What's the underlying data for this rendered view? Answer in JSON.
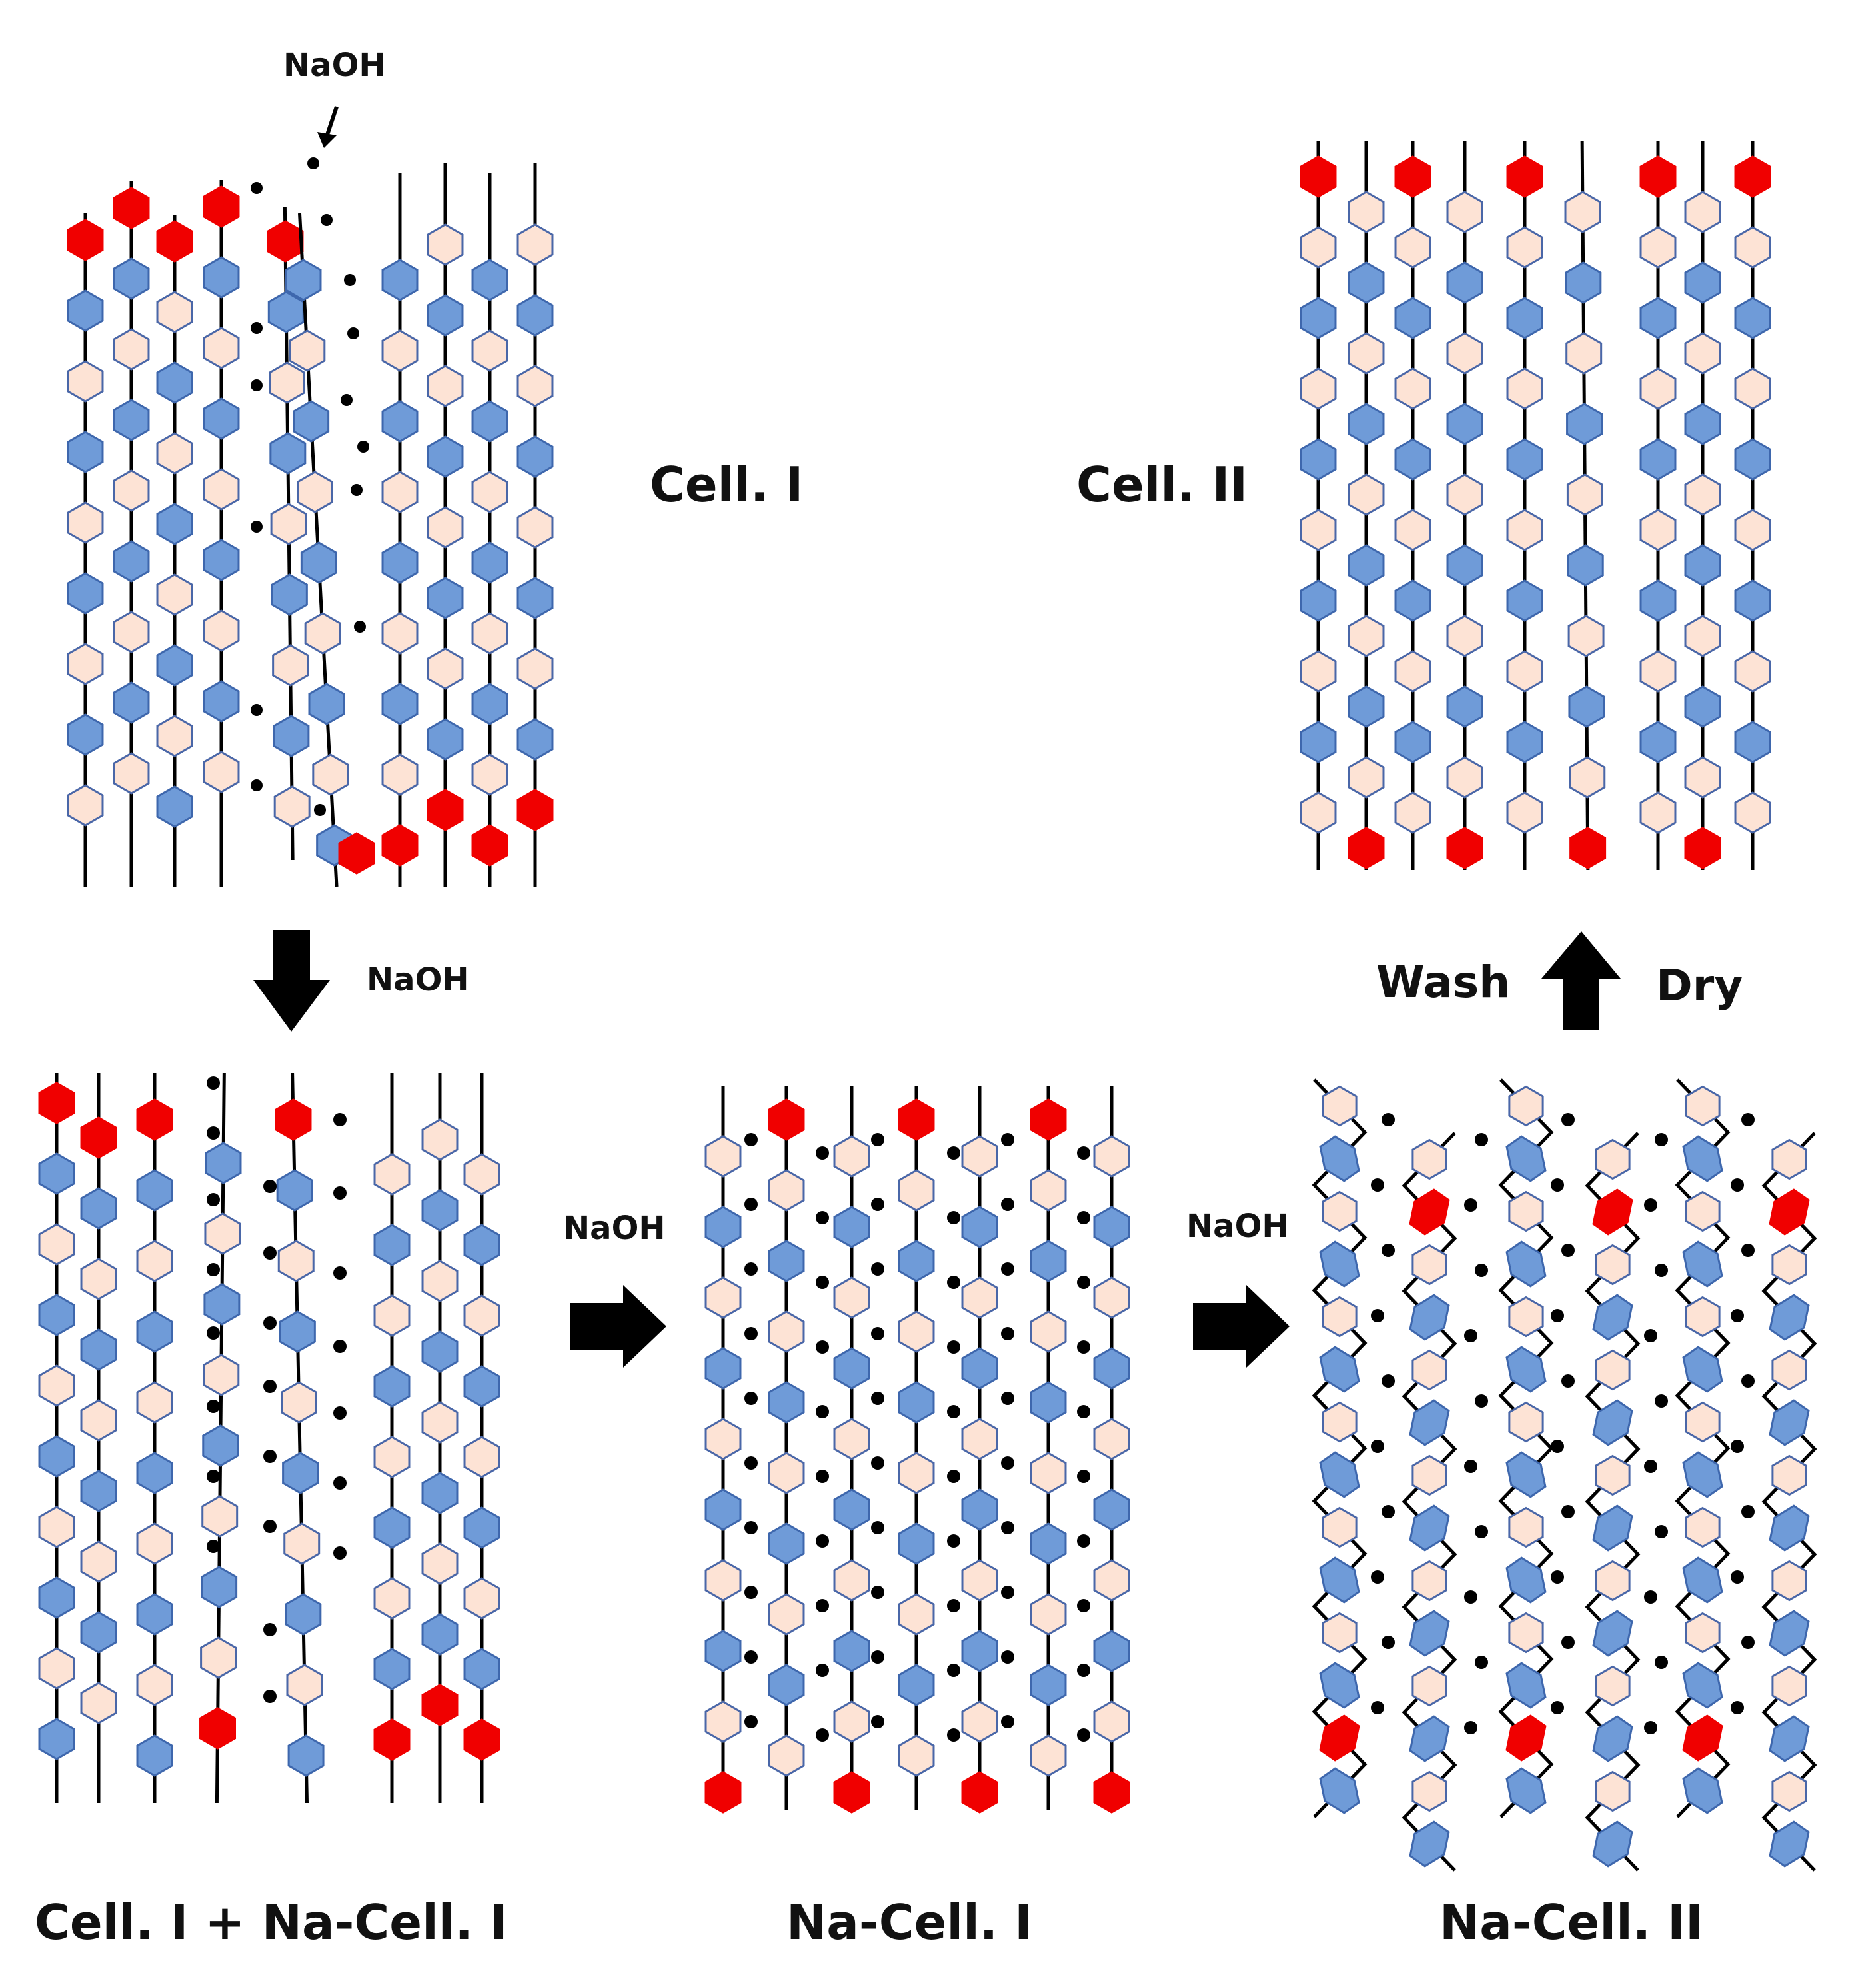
{
  "labels": {
    "cell1": "Cell. I",
    "cell2": "Cell. II",
    "cell1_na_cell1": "Cell. I + Na-Cell. I",
    "na_cell1": "Na-Cell. I",
    "na_cell2": "Na-Cell. II",
    "naoh": "NaOH",
    "wash": "Wash",
    "dry": "Dry"
  },
  "colors": {
    "glucose_blue": "#6f9bd8",
    "glucose_blue_stroke": "#3e67ad",
    "glucose_peach": "#fde3d5",
    "glucose_peach_stroke": "#4a67a8",
    "end_red": "#f00000",
    "chain": "#000000",
    "naoh_dot": "#000000"
  },
  "legend_icons": [
    "blue-hexagon-icon",
    "peach-hexagon-icon",
    "red-hexagon-icon",
    "naoh-dot-icon"
  ]
}
